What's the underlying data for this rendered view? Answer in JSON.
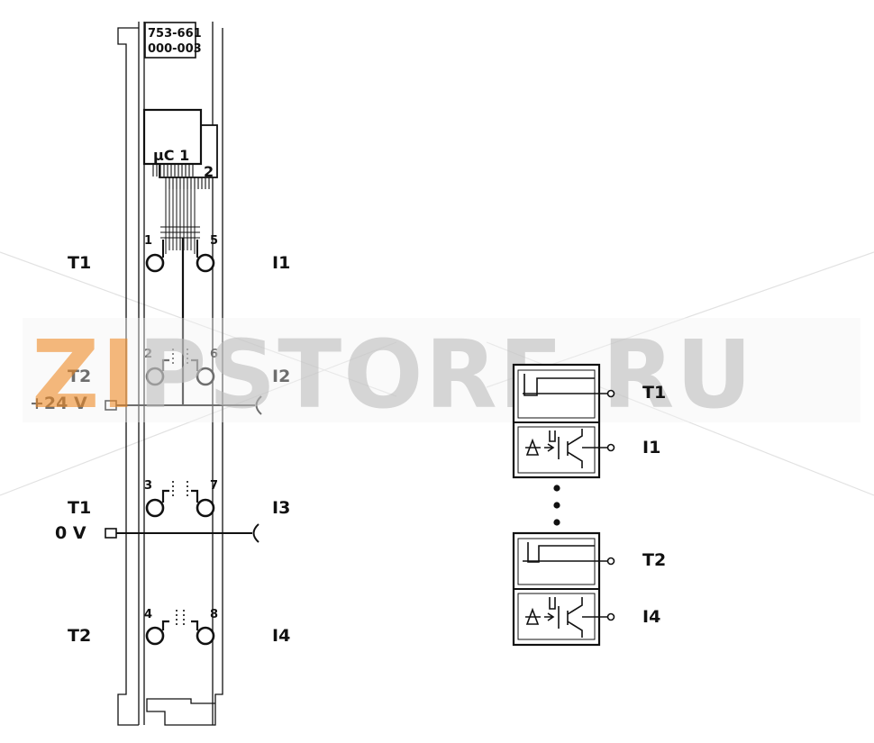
{
  "module": {
    "line1": "753-661",
    "line2": "000-003"
  },
  "chip": {
    "label": "µC 1",
    "sub_label": "2"
  },
  "pins": {
    "p1": "1",
    "p2": "2",
    "p3": "3",
    "p4": "4",
    "p5": "5",
    "p6": "6",
    "p7": "7",
    "p8": "8"
  },
  "left_labels": {
    "t1_top": "T1",
    "t2_mid": "T2",
    "supply_pos": "+24 V",
    "t1_low": "T1",
    "supply_neg": "0 V",
    "t2_bottom": "T2"
  },
  "right_labels": {
    "i1": "I1",
    "i2": "I2",
    "i3": "I3",
    "i4": "I4"
  },
  "schematic": {
    "out_t1": "T1",
    "in_i1": "I1",
    "out_t2": "T2",
    "in_i4": "I4"
  },
  "watermark": {
    "text": "ZIPSTORE.RU",
    "color_zi": "#f0a050",
    "color_rest": "#c8c8c8"
  }
}
